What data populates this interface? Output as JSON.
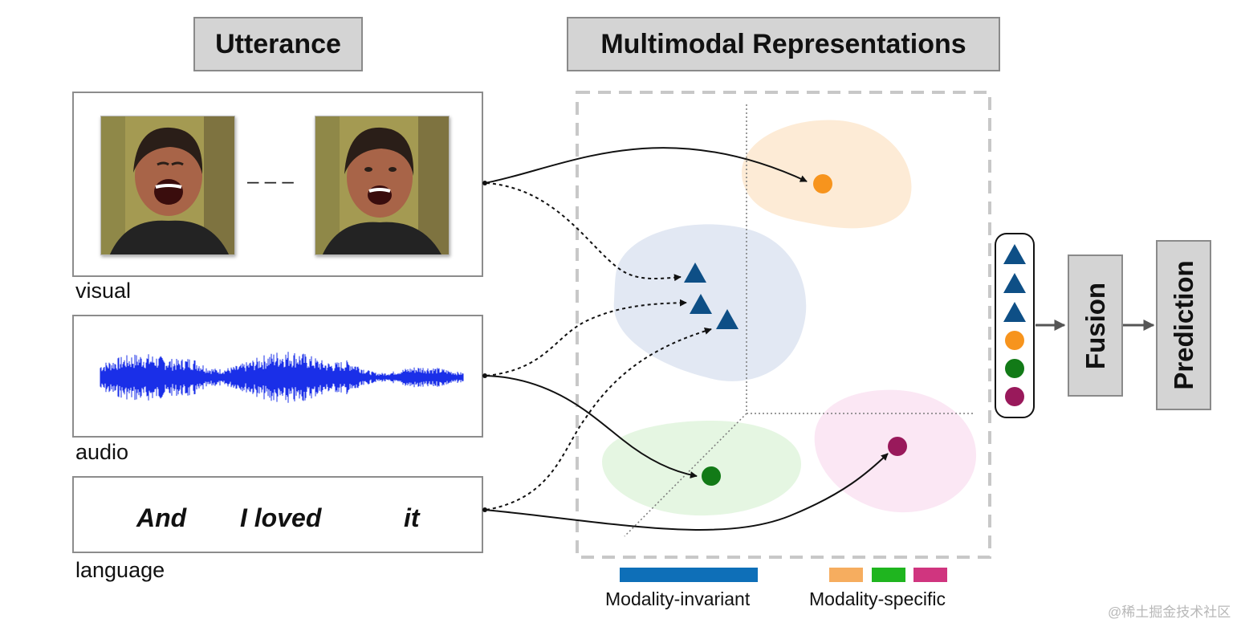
{
  "header": {
    "utterance_title": "Utterance",
    "representations_title": "Multimodal Representations"
  },
  "modalities": {
    "visual_label": "visual",
    "audio_label": "audio",
    "language_label": "language",
    "frame_separator": "– – –",
    "words": [
      "And",
      "I loved",
      "it"
    ]
  },
  "pipeline": {
    "fusion_label": "Fusion",
    "prediction_label": "Prediction"
  },
  "legend": {
    "invariant_label": "Modality-invariant",
    "specific_label": "Modality-specific",
    "invariant_color": "#0e6fb8",
    "specific_colors": [
      "#f6ad5f",
      "#1fb51f",
      "#d0357f"
    ]
  },
  "colors": {
    "triangle": "#0e4f86",
    "visual_specific_dot": "#f7941d",
    "audio_specific_dot": "#127a17",
    "language_specific_dot": "#99195b",
    "waveform": "#1a2fe8"
  },
  "watermark": "@稀土掘金技术社区"
}
